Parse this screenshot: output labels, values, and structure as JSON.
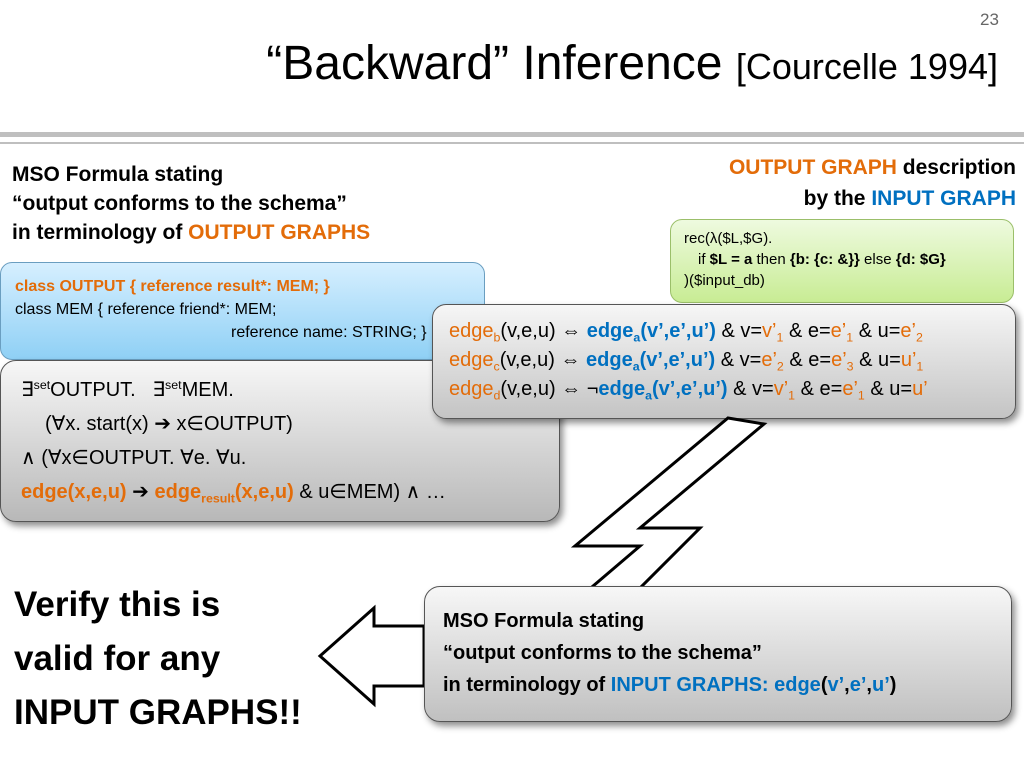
{
  "slide": {
    "number": "23",
    "title": "“Backward” Inference",
    "citation": "[Courcelle 1994]"
  },
  "left_heading": {
    "line1": "MSO Formula stating",
    "line2": "“output conforms to the schema”",
    "line3_prefix": "in terminology of ",
    "line3_highlight": "OUTPUT GRAPHS"
  },
  "right_heading": {
    "line1_highlight": "OUTPUT GRAPH",
    "line1_rest": " description",
    "line2_prefix": "by the ",
    "line2_highlight": "INPUT GRAPH"
  },
  "schema_box": {
    "line1": "class OUTPUT { reference result*: MEM; }",
    "line2": "class MEM { reference friend*: MEM;",
    "line3": "reference name: STRING; }"
  },
  "mso_box": {
    "exists": "∃",
    "set": "set",
    "output": "OUTPUT.",
    "mem": "MEM.",
    "line2": "(∀x. start(x) ➔ x∈OUTPUT)",
    "line3": "∧ (∀x∈OUTPUT. ∀e. ∀u.",
    "edge_expr": "edge(x,e,u)",
    "arrow": " ➔ ",
    "edge_result": "edge",
    "result_sub": "result",
    "edge_result_args": "(x,e,u)",
    "line4_rest": " & u∈MEM) ∧ …"
  },
  "rec_box": {
    "line1": "rec(λ($L,$G).",
    "if": "if ",
    "cond": "$L = a",
    "then": "  then ",
    "then_val": "{b: {c: &}}",
    "else": "  else ",
    "else_val": "{d: $G}",
    "line3": ")($input_db)"
  },
  "edge_rules": [
    {
      "lhs": "edge",
      "lhs_sub": "b",
      "lhs_args": "(v,e,u) ⇔ ",
      "neg": "",
      "rhs": "edge",
      "rhs_sub": "a",
      "rhs_args": "(v’,e’,u’)",
      "t1": " & v=",
      "v1": "v’",
      "s1": "1",
      "t2": " & e=",
      "v2": "e’",
      "s2": "1",
      "t3": " & u=",
      "v3": "e’",
      "s3": "2"
    },
    {
      "lhs": "edge",
      "lhs_sub": "c",
      "lhs_args": "(v,e,u) ⇔ ",
      "neg": "",
      "rhs": "edge",
      "rhs_sub": "a",
      "rhs_args": "(v’,e’,u’)",
      "t1": " & v=",
      "v1": "e’",
      "s1": "2",
      "t2": " & e=",
      "v2": "e’",
      "s2": "3",
      "t3": " & u=",
      "v3": "u’",
      "s3": "1"
    },
    {
      "lhs": "edge",
      "lhs_sub": "d",
      "lhs_args": "(v,e,u) ⇔ ",
      "neg": "¬",
      "rhs": "edge",
      "rhs_sub": "a",
      "rhs_args": "(v’,e’,u’)",
      "t1": " & v=",
      "v1": "v’",
      "s1": "1",
      "t2": " & e=",
      "v2": "e’",
      "s2": "1",
      "t3": " & u=",
      "v3": "u’",
      "s3": ""
    }
  ],
  "result_box": {
    "line1": "MSO Formula stating",
    "line2": "“output conforms to the schema”",
    "line3_prefix": "in terminology of ",
    "line3_highlight": "INPUT GRAPHS: edge",
    "line3_args_open": "(",
    "line3_v": "v’",
    "comma1": ",",
    "line3_e": "e’",
    "comma2": ",",
    "line3_u": "u’",
    "line3_args_close": ")"
  },
  "verify": {
    "line1": "Verify this is",
    "line2": "valid for any",
    "line3": "INPUT GRAPHS!!"
  }
}
